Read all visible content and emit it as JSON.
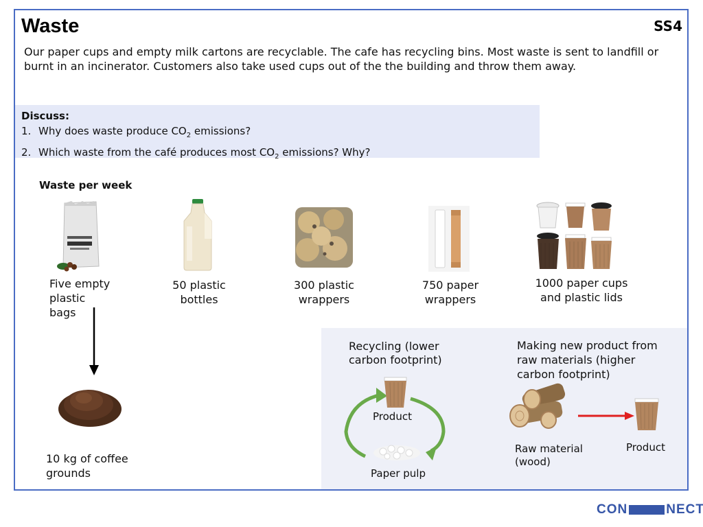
{
  "header": {
    "title": "Waste",
    "code": "SS4"
  },
  "intro": "Our paper cups and empty milk cartons are recyclable. The cafe has recycling bins. Most waste is sent to landfill or burnt in an incinerator. Customers also take used cups out of the the building and throw them away.",
  "discuss": {
    "heading": "Discuss:",
    "questions": [
      {
        "num": "1.",
        "pre": "Why does waste produce CO",
        "sub": "2",
        "post": " emissions?"
      },
      {
        "num": "2.",
        "pre": "Which waste from the café produces most CO",
        "sub": "2",
        "post": " emissions? Why?"
      }
    ]
  },
  "waste": {
    "title": "Waste per week",
    "items": [
      {
        "label": "Five empty plastic bags",
        "icon": "coffee-bag-icon"
      },
      {
        "label": "50 plastic bottles",
        "icon": "milk-bottle-icon"
      },
      {
        "label": "300 plastic wrappers",
        "icon": "plastic-wrapper-icon"
      },
      {
        "label": "750 paper wrappers",
        "icon": "paper-wrapper-icon"
      },
      {
        "label": "1000 paper cups and plastic lids",
        "icon": "paper-cups-icon"
      }
    ],
    "grounds": {
      "label": "10 kg of coffee grounds",
      "icon": "coffee-grounds-icon"
    }
  },
  "recycling": {
    "title": "Recycling (lower carbon footprint)",
    "product": "Product",
    "pulp": "Paper pulp"
  },
  "raw": {
    "title": "Making new product from raw materials (higher carbon footprint)",
    "material": "Raw material (wood)",
    "product": "Product"
  },
  "logo": {
    "left": "CON",
    "right": "NECT"
  },
  "colors": {
    "frame": "#4a6cc4",
    "discuss_bg": "#e5e9f8",
    "panel_bg": "#eef0f8",
    "cycle_arrow": "#6aaa4a",
    "raw_arrow": "#e02020",
    "brand": "#3656a8"
  }
}
